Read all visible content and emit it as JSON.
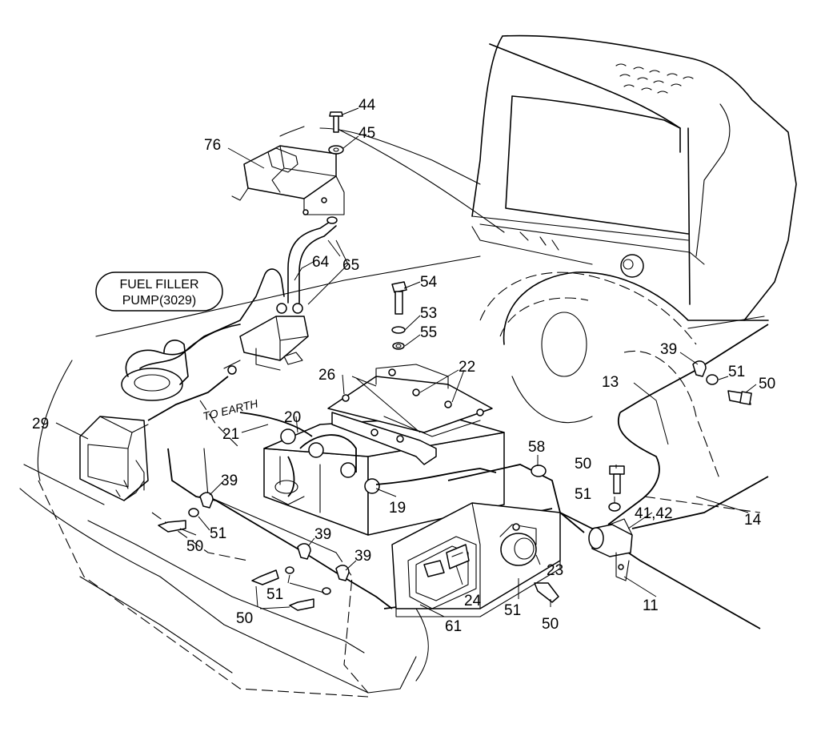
{
  "callouts": [
    {
      "id": "c44",
      "text": "44"
    },
    {
      "id": "c45",
      "text": "45"
    },
    {
      "id": "c76",
      "text": "76"
    },
    {
      "id": "c64",
      "text": "64"
    },
    {
      "id": "c65",
      "text": "65"
    },
    {
      "id": "c54",
      "text": "54"
    },
    {
      "id": "c53",
      "text": "53"
    },
    {
      "id": "c55",
      "text": "55"
    },
    {
      "id": "c26",
      "text": "26"
    },
    {
      "id": "c22",
      "text": "22"
    },
    {
      "id": "c39a",
      "text": "39"
    },
    {
      "id": "c51a",
      "text": "51"
    },
    {
      "id": "c50a",
      "text": "50"
    },
    {
      "id": "c13",
      "text": "13"
    },
    {
      "id": "c29",
      "text": "29"
    },
    {
      "id": "c20",
      "text": "20"
    },
    {
      "id": "c21",
      "text": "21"
    },
    {
      "id": "c58",
      "text": "58"
    },
    {
      "id": "c50b",
      "text": "50"
    },
    {
      "id": "c51b",
      "text": "51"
    },
    {
      "id": "c4142",
      "text": "41,42"
    },
    {
      "id": "c14",
      "text": "14"
    },
    {
      "id": "c19",
      "text": "19"
    },
    {
      "id": "c39b",
      "text": "39"
    },
    {
      "id": "c51c",
      "text": "51"
    },
    {
      "id": "c50c",
      "text": "50"
    },
    {
      "id": "c39c",
      "text": "39"
    },
    {
      "id": "c39d",
      "text": "39"
    },
    {
      "id": "c23",
      "text": "23"
    },
    {
      "id": "c24",
      "text": "24"
    },
    {
      "id": "c51d",
      "text": "51"
    },
    {
      "id": "c50d",
      "text": "50"
    },
    {
      "id": "c11",
      "text": "11"
    },
    {
      "id": "c51e",
      "text": "51"
    },
    {
      "id": "c50e",
      "text": "50"
    },
    {
      "id": "c61",
      "text": "61"
    }
  ],
  "fuel_note": {
    "line1": "FUEL FILLER",
    "line2": "PUMP(3029)"
  },
  "earth_label": "TO EARTH"
}
